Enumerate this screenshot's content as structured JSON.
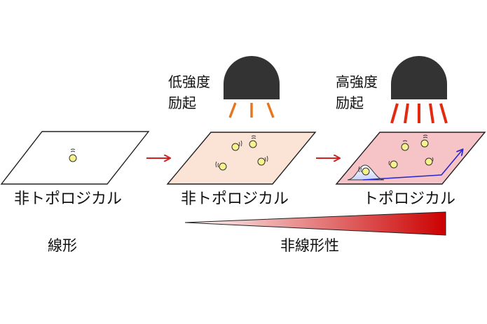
{
  "panels": [
    {
      "state": "非トポロジカル",
      "excitation": null,
      "tint": "#ffffff",
      "particles": 1
    },
    {
      "state": "非トポロジカル",
      "excitation": {
        "line1": "低強度",
        "line2": "励起"
      },
      "tint": "#fbe3d6",
      "particles": 4,
      "beam_color": "#e8741c",
      "beam_count": 3
    },
    {
      "state": "トポロジカル",
      "excitation": {
        "line1": "高強度",
        "line2": "励起"
      },
      "tint": "#f6c3c6",
      "particles": 5,
      "beam_color": "#e32a10",
      "beam_count": 5
    }
  ],
  "regime_labels": {
    "linear": "線形",
    "nonlinear": "非線形性"
  },
  "colors": {
    "arrow": "#d42020",
    "lamp": "#333333",
    "particle": "#f6f28c",
    "edge_path": "#2a2ad0",
    "gradient_start": "#ffffff",
    "gradient_end": "#cc0000"
  }
}
